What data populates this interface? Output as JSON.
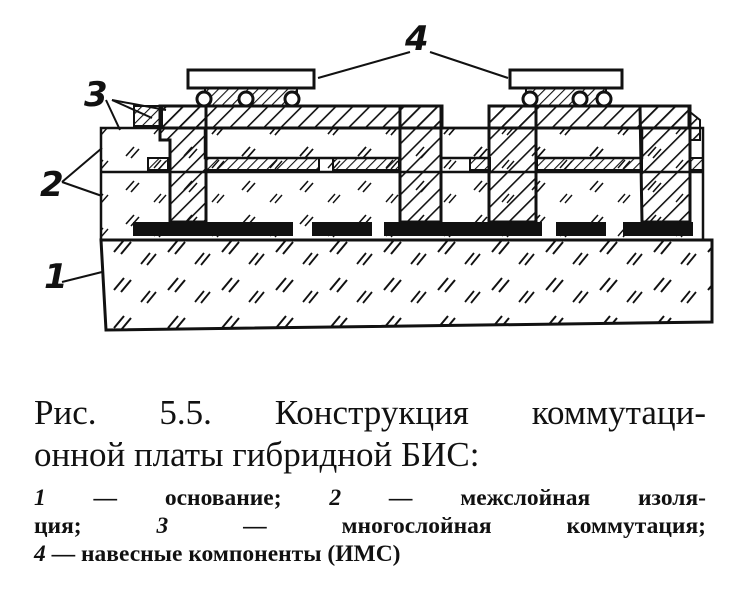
{
  "figure": {
    "labels": {
      "base": "1",
      "insulation": "2",
      "wiring": "3",
      "components": "4"
    }
  },
  "caption": {
    "title_line1": "Рис. 5.5. Конструкция коммутаци-",
    "title_line2": "онной платы гибридной БИС:",
    "legend": [
      {
        "num": "1",
        "text": " — основание; "
      },
      {
        "num": "2",
        "text": " — межслойная изоля-"
      },
      {
        "text": "ция; "
      },
      {
        "num": "3",
        "text": " — многослойная коммутация;"
      },
      {
        "num": "4",
        "text": " — навесные компоненты (ИМС)"
      }
    ]
  },
  "colors": {
    "ink": "#111111",
    "paper": "#ffffff"
  }
}
